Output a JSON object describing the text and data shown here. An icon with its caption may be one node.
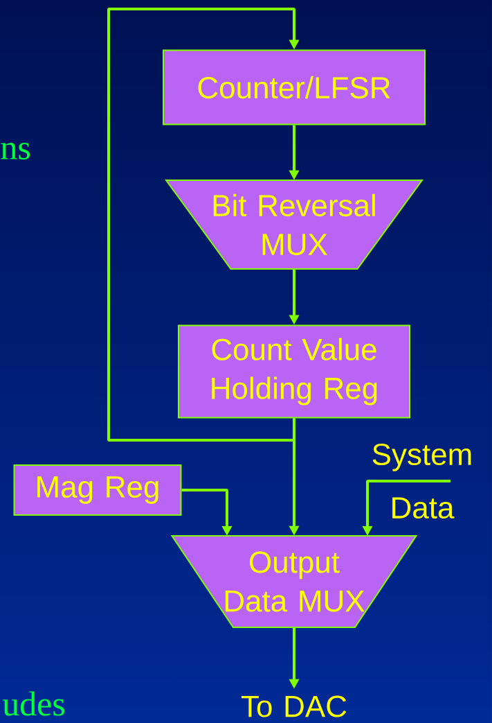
{
  "diagram": {
    "nodes": [
      {
        "text": [
          "Counter/LFSR"
        ]
      },
      {
        "text": [
          "Bit Reversal MUX"
        ]
      },
      {
        "text": [
          "Count Value Holding Reg"
        ]
      },
      {
        "text": [
          "Mag Reg"
        ]
      },
      {
        "text": [
          "System Data"
        ]
      },
      {
        "text": [
          "Output Data MUX"
        ]
      },
      {
        "text": [
          "To DAC"
        ]
      }
    ],
    "edges": [
      {
        "from": 2,
        "to": 0,
        "arrow": "to"
      },
      {
        "from": 0,
        "to": 1,
        "arrow": "to"
      },
      {
        "from": 1,
        "to": 2,
        "arrow": "to"
      },
      {
        "from": 2,
        "to": 5,
        "arrow": "to"
      },
      {
        "from": 3,
        "to": 5,
        "arrow": "to"
      },
      {
        "from": 4,
        "to": 5,
        "arrow": "to"
      },
      {
        "from": 5,
        "to": 6,
        "arrow": "to"
      }
    ],
    "labels": [
      "ns",
      "udes"
    ]
  }
}
